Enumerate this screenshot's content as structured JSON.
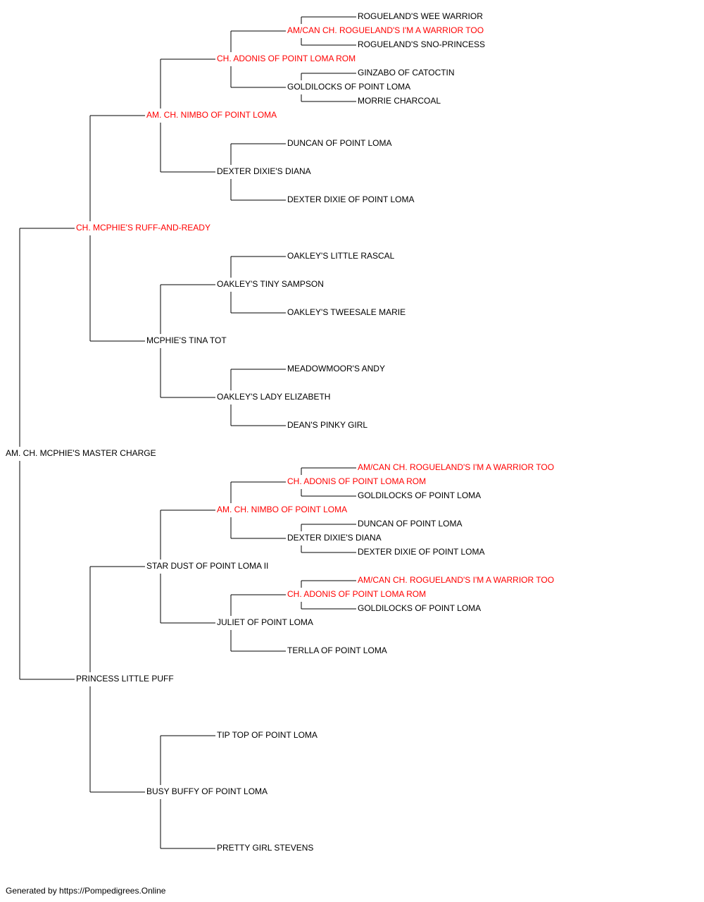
{
  "colors": {
    "champion": "#ff0000",
    "normal": "#000000",
    "line": "#000000"
  },
  "footer": "Generated by https://Pompedigrees.Online",
  "pedigree": {
    "name": "AM. CH. MCPHIE'S MASTER CHARGE",
    "champion": false,
    "sire": {
      "name": "CH. MCPHIE'S RUFF-AND-READY",
      "champion": true,
      "sire": {
        "name": "AM. CH. NIMBO OF POINT LOMA",
        "champion": true,
        "sire": {
          "name": "CH. ADONIS OF POINT LOMA ROM",
          "champion": true,
          "sire": {
            "name": "AM/CAN CH. ROGUELAND'S I'M A WARRIOR TOO",
            "champion": true,
            "sire": {
              "name": "ROGUELAND'S WEE WARRIOR",
              "champion": false
            },
            "dam": {
              "name": "ROGUELAND'S SNO-PRINCESS",
              "champion": false
            }
          },
          "dam": {
            "name": "GOLDILOCKS OF POINT LOMA",
            "champion": false,
            "sire": {
              "name": "GINZABO OF CATOCTIN",
              "champion": false
            },
            "dam": {
              "name": "MORRIE CHARCOAL",
              "champion": false
            }
          }
        },
        "dam": {
          "name": "DEXTER DIXIE'S DIANA",
          "champion": false,
          "sire": {
            "name": "DUNCAN OF POINT LOMA",
            "champion": false
          },
          "dam": {
            "name": "DEXTER DIXIE OF POINT LOMA",
            "champion": false
          }
        }
      },
      "dam": {
        "name": "MCPHIE'S TINA TOT",
        "champion": false,
        "sire": {
          "name": "OAKLEY'S TINY SAMPSON",
          "champion": false,
          "sire": {
            "name": "OAKLEY'S LITTLE RASCAL",
            "champion": false
          },
          "dam": {
            "name": "OAKLEY'S TWEESALE MARIE",
            "champion": false
          }
        },
        "dam": {
          "name": "OAKLEY'S LADY ELIZABETH",
          "champion": false,
          "sire": {
            "name": "MEADOWMOOR'S ANDY",
            "champion": false
          },
          "dam": {
            "name": "DEAN'S PINKY GIRL",
            "champion": false
          }
        }
      }
    },
    "dam": {
      "name": "PRINCESS LITTLE PUFF",
      "champion": false,
      "sire": {
        "name": "STAR DUST OF POINT LOMA II",
        "champion": false,
        "sire": {
          "name": "AM. CH. NIMBO OF POINT LOMA",
          "champion": true,
          "sire": {
            "name": "CH. ADONIS OF POINT LOMA ROM",
            "champion": true,
            "sire": {
              "name": "AM/CAN CH. ROGUELAND'S I'M A WARRIOR TOO",
              "champion": true
            },
            "dam": {
              "name": "GOLDILOCKS OF POINT LOMA",
              "champion": false
            }
          },
          "dam": {
            "name": "DEXTER DIXIE'S DIANA",
            "champion": false,
            "sire": {
              "name": "DUNCAN OF POINT LOMA",
              "champion": false
            },
            "dam": {
              "name": "DEXTER DIXIE OF POINT LOMA",
              "champion": false
            }
          }
        },
        "dam": {
          "name": "JULIET OF POINT LOMA",
          "champion": false,
          "sire": {
            "name": "CH. ADONIS OF POINT LOMA ROM",
            "champion": true,
            "sire": {
              "name": "AM/CAN CH. ROGUELAND'S I'M A WARRIOR TOO",
              "champion": true
            },
            "dam": {
              "name": "GOLDILOCKS OF POINT LOMA",
              "champion": false
            }
          },
          "dam": {
            "name": "TERLLA OF POINT LOMA",
            "champion": false
          }
        }
      },
      "dam": {
        "name": "BUSY BUFFY OF POINT LOMA",
        "champion": false,
        "sire": {
          "name": "TIP TOP OF POINT LOMA",
          "champion": false
        },
        "dam": {
          "name": "PRETTY GIRL STEVENS",
          "champion": false
        }
      }
    }
  }
}
